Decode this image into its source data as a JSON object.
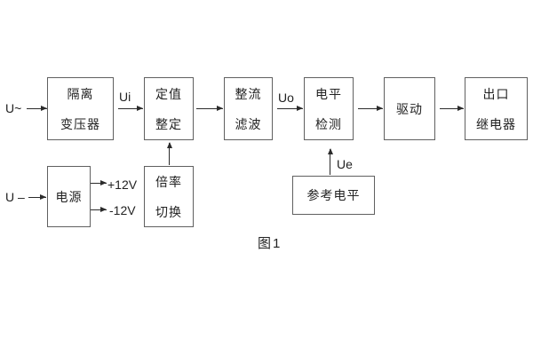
{
  "figure": {
    "caption": "图1"
  },
  "colors": {
    "background": "#ffffff",
    "border": "#606060",
    "line": "#2b2b2b",
    "text": "#222222"
  },
  "blocks": {
    "isolation_transformer": {
      "line1": "隔离",
      "line2": "变压器"
    },
    "setting_adjustment": {
      "line1": "定值",
      "line2": "整定"
    },
    "rectifier_filter": {
      "line1": "整流",
      "line2": "滤波"
    },
    "level_detection": {
      "line1": "电平",
      "line2": "检测"
    },
    "driver": {
      "line1": "驱动"
    },
    "output_relay": {
      "line1": "出口",
      "line2": "继电器"
    },
    "power_supply": {
      "line1": "电源"
    },
    "ratio_switch": {
      "line1": "倍率",
      "line2": "切换"
    },
    "reference_level": {
      "line1": "参考电平"
    }
  },
  "signals": {
    "input_ac": "U~",
    "input_dc": "U –",
    "ui": "Ui",
    "uo": "Uo",
    "ue": "Ue",
    "plus_12v": "+12V",
    "minus_12v": "-12V"
  }
}
